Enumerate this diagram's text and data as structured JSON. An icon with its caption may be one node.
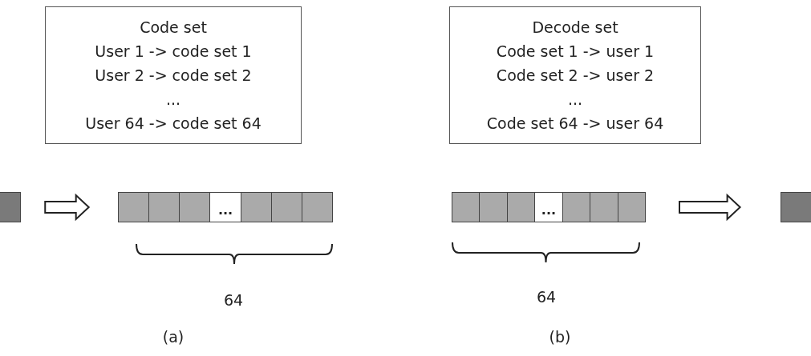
{
  "diagram": {
    "nodes": [
      {
        "text": [
          "Code set",
          "User 1 -> code set 1",
          "User 2 -> code set 2",
          "...",
          "User 64 -> code set 64"
        ]
      },
      {
        "text": [
          "Decode set",
          "Code set 1 -> user 1",
          "Code set 2 -> user 2",
          "...",
          "Code set 64 -> user 64"
        ]
      },
      {
        "text": [],
        "shape": "box"
      },
      {
        "text": [
          "..."
        ]
      },
      {
        "text": [
          "..."
        ]
      },
      {
        "text": [],
        "shape": "box"
      }
    ],
    "edges": [
      {
        "from": 2,
        "to": 3,
        "arrow": "to"
      },
      {
        "from": 4,
        "to": 5,
        "arrow": "to"
      }
    ],
    "labels": [
      "64",
      "(a)",
      "64",
      "(b)"
    ]
  }
}
